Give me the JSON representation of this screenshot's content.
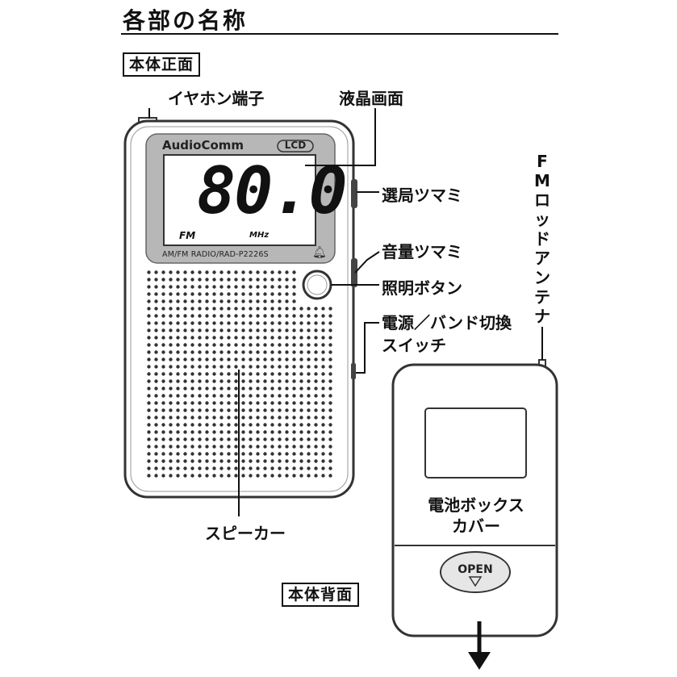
{
  "title": "各部の名称",
  "front_label": "本体正面",
  "back_label": "本体背面",
  "device": {
    "brand": "AudioComm",
    "lcd_tag": "LCD",
    "frequency": "80.0",
    "band": "FM",
    "unit": "MHz",
    "model": "AM/FM RADIO/RAD-P2226S",
    "open_label": "OPEN"
  },
  "callouts": {
    "earphone_jack": "イヤホン端子",
    "lcd_screen": "液晶画面",
    "tuning_knob": "選局ツマミ",
    "volume_knob": "音量ツマミ",
    "light_button": "照明ボタン",
    "power_switch_line1": "電源／バンド切換",
    "power_switch_line2": "スイッチ",
    "speaker": "スピーカー",
    "fm_antenna": [
      "F",
      "M",
      "ロ",
      "ッ",
      "ド",
      "ア",
      "ン",
      "テ",
      "ナ"
    ],
    "battery_cover_line1": "電池ボックス",
    "battery_cover_line2": "カバー"
  }
}
